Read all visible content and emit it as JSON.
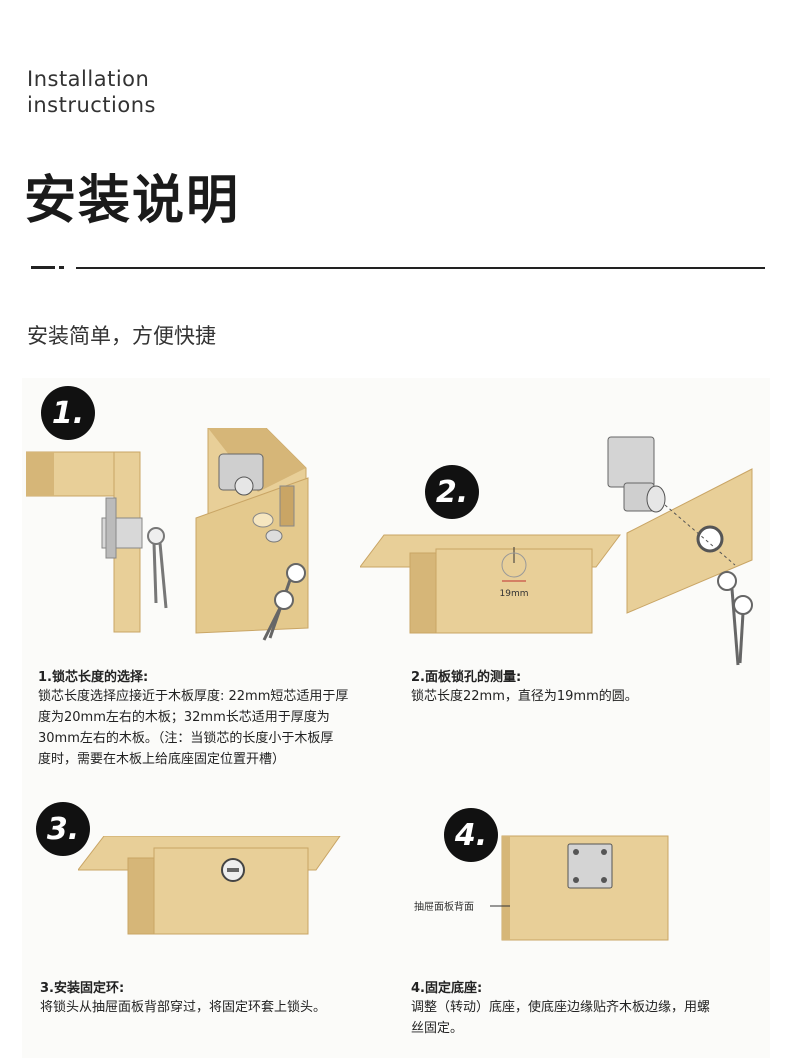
{
  "header": {
    "en_line1": "Installation",
    "en_line2": "instructions",
    "cn_title": "安装说明",
    "subtitle": "安装简单，方便快捷"
  },
  "steps": [
    {
      "badge": "1.",
      "title": "1.锁芯长度的选择:",
      "lines": [
        "锁芯长度选择应接近于木板厚度: 22mm短芯适用于厚",
        "度为20mm左右的木板；32mm长芯适用于厚度为",
        "30mm左右的木板。（注：当锁芯的长度小于木板厚",
        "度时，需要在木板上给底座固定位置开槽）"
      ]
    },
    {
      "badge": "2.",
      "title": "2.面板锁孔的测量:",
      "lines": [
        "锁芯长度22mm，直径为19mm的圆。"
      ],
      "diagram_label": "19mm"
    },
    {
      "badge": "3.",
      "title": "3.安装固定环:",
      "lines": [
        "将锁头从抽屉面板背部穿过，将固定环套上锁头。"
      ]
    },
    {
      "badge": "4.",
      "title": "4.固定底座:",
      "lines": [
        "调整（转动）底座，使底座边缘贴齐木板边缘，用螺",
        "丝固定。"
      ],
      "diagram_label": "抽屉面板背面"
    }
  ],
  "colors": {
    "wood": "#e8cf98",
    "wood_side": "#d6b678",
    "wood_edge": "#c9a565",
    "metal": "#c8c8c8"
  }
}
